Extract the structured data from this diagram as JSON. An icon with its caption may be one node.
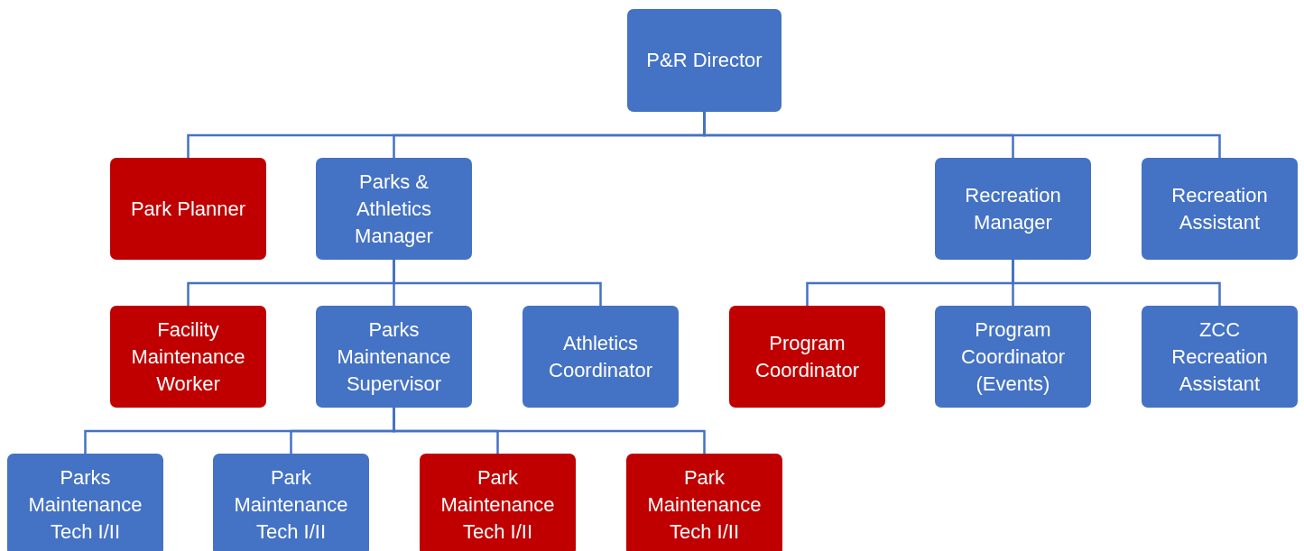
{
  "diagram": {
    "nodes": [
      {
        "text": [
          "P&R Director"
        ]
      },
      {
        "text": [
          "Park Planner"
        ]
      },
      {
        "text": [
          "Parks & Athletics Manager"
        ]
      },
      {
        "text": [
          "Recreation Manager"
        ]
      },
      {
        "text": [
          "Recreation Assistant"
        ]
      },
      {
        "text": [
          "Facility Maintenance Worker"
        ]
      },
      {
        "text": [
          "Parks Maintenance Supervisor"
        ]
      },
      {
        "text": [
          "Athletics Coordinator"
        ]
      },
      {
        "text": [
          "Program Coordinator"
        ]
      },
      {
        "text": [
          "Program Coordinator (Events)"
        ]
      },
      {
        "text": [
          "ZCC Recreation Assistant"
        ]
      },
      {
        "text": [
          "Parks Maintenance Tech I/II"
        ]
      },
      {
        "text": [
          "Park Maintenance Tech I/II"
        ]
      },
      {
        "text": [
          "Park Maintenance Tech I/II"
        ]
      },
      {
        "text": [
          "Park Maintenance Tech I/II"
        ]
      }
    ],
    "edges": [
      {
        "from": 0,
        "to": 1,
        "arrow": "none"
      },
      {
        "from": 0,
        "to": 2,
        "arrow": "none"
      },
      {
        "from": 0,
        "to": 3,
        "arrow": "none"
      },
      {
        "from": 0,
        "to": 4,
        "arrow": "none"
      },
      {
        "from": 2,
        "to": 5,
        "arrow": "none"
      },
      {
        "from": 2,
        "to": 6,
        "arrow": "none"
      },
      {
        "from": 2,
        "to": 7,
        "arrow": "none"
      },
      {
        "from": 3,
        "to": 8,
        "arrow": "none"
      },
      {
        "from": 3,
        "to": 9,
        "arrow": "none"
      },
      {
        "from": 3,
        "to": 10,
        "arrow": "none"
      },
      {
        "from": 6,
        "to": 11,
        "arrow": "none"
      },
      {
        "from": 6,
        "to": 12,
        "arrow": "none"
      },
      {
        "from": 6,
        "to": 13,
        "arrow": "none"
      },
      {
        "from": 6,
        "to": 14,
        "arrow": "none"
      }
    ]
  }
}
